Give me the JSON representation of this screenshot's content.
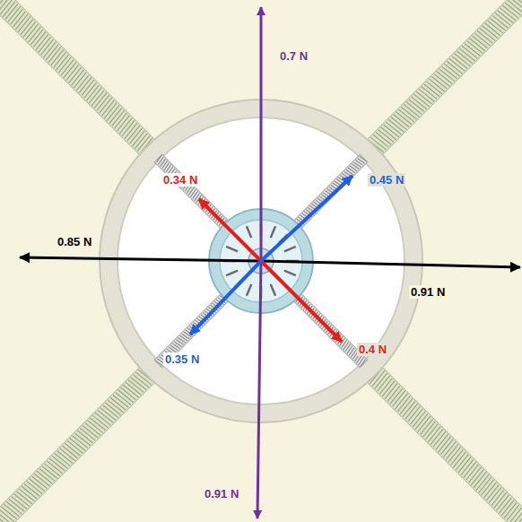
{
  "diagram": {
    "labels": [
      "0.7 N",
      "0.34 N",
      "0.45 N",
      "0.85 N",
      "0.91 N",
      "0.35 N",
      "0.4 N",
      "0.91 N"
    ]
  }
}
